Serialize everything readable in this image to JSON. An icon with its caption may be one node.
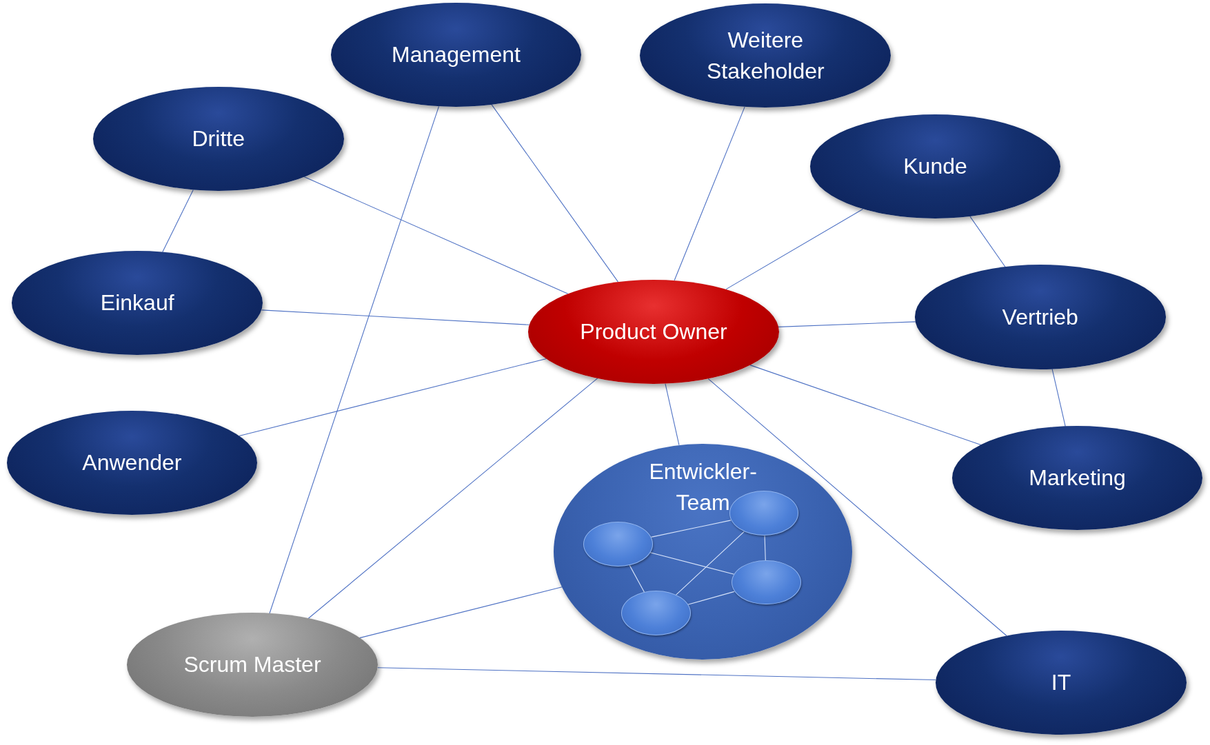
{
  "diagram": {
    "nodes": [
      {
        "text": [
          "Management"
        ]
      },
      {
        "text": [
          "Weitere Stakeholder"
        ]
      },
      {
        "text": [
          "Dritte"
        ]
      },
      {
        "text": [
          "Kunde"
        ]
      },
      {
        "text": [
          "Einkauf"
        ]
      },
      {
        "text": [
          "Vertrieb"
        ]
      },
      {
        "text": [
          "Product Owner"
        ]
      },
      {
        "text": [
          "Anwender"
        ]
      },
      {
        "text": [
          "Marketing"
        ]
      },
      {
        "text": [
          "Entwickler-Team"
        ]
      },
      {
        "text": [],
        "shape": "ellipse",
        "in": 9
      },
      {
        "text": [],
        "shape": "ellipse",
        "in": 9
      },
      {
        "text": [],
        "shape": "ellipse",
        "in": 9
      },
      {
        "text": [],
        "shape": "ellipse",
        "in": 9
      },
      {
        "text": [
          "Scrum Master"
        ]
      },
      {
        "text": [
          "IT"
        ]
      }
    ],
    "edges": [
      {
        "from": 0,
        "to": 6,
        "arrow": "none"
      },
      {
        "from": 0,
        "to": 14,
        "arrow": "none"
      },
      {
        "from": 1,
        "to": 6,
        "arrow": "none"
      },
      {
        "from": 2,
        "to": 6,
        "arrow": "none"
      },
      {
        "from": 2,
        "to": 4,
        "arrow": "none"
      },
      {
        "from": 3,
        "to": 6,
        "arrow": "none"
      },
      {
        "from": 3,
        "to": 5,
        "arrow": "none"
      },
      {
        "from": 4,
        "to": 6,
        "arrow": "none"
      },
      {
        "from": 5,
        "to": 6,
        "arrow": "none"
      },
      {
        "from": 5,
        "to": 8,
        "arrow": "none"
      },
      {
        "from": 8,
        "to": 6,
        "arrow": "none"
      },
      {
        "from": 7,
        "to": 6,
        "arrow": "none"
      },
      {
        "from": 6,
        "to": 14,
        "arrow": "none"
      },
      {
        "from": 6,
        "to": 9,
        "arrow": "none"
      },
      {
        "from": 6,
        "to": 15,
        "arrow": "none"
      },
      {
        "from": 14,
        "to": 9,
        "arrow": "none"
      },
      {
        "from": 14,
        "to": 15,
        "arrow": "none"
      },
      {
        "from": 10,
        "to": 11,
        "arrow": "none",
        "color": "#d8e4fa"
      },
      {
        "from": 10,
        "to": 12,
        "arrow": "none",
        "color": "#d8e4fa"
      },
      {
        "from": 10,
        "to": 13,
        "arrow": "none",
        "color": "#d8e4fa"
      },
      {
        "from": 11,
        "to": 13,
        "arrow": "none",
        "color": "#d8e4fa"
      },
      {
        "from": 11,
        "to": 12,
        "arrow": "none",
        "color": "#d8e4fa"
      },
      {
        "from": 13,
        "to": 12,
        "arrow": "none",
        "color": "#d8e4fa"
      }
    ]
  }
}
